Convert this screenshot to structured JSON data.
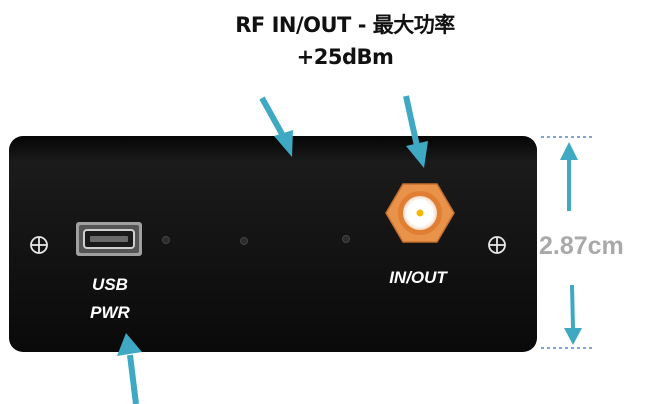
{
  "caption": {
    "title_line1": "RF IN/OUT - 最大功率",
    "title_line2": "+25dBm"
  },
  "device": {
    "usb_label": "USB",
    "pwr_label": "PWR",
    "inout_label": "IN/OUT"
  },
  "dimension": {
    "height_label": "2.87cm"
  },
  "colors": {
    "panel": "#0d0d0d",
    "arrow": "#3fa9c4",
    "connector_ring": "#e8924a",
    "connector_center": "#f5b800",
    "dimension_text": "#a9a9a9",
    "dimension_line": "#7fa6cf"
  }
}
